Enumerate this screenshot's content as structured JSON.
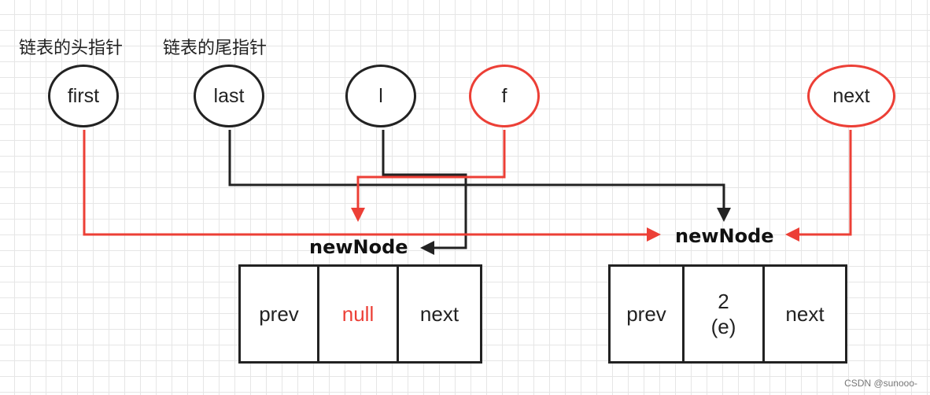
{
  "labels": {
    "head_pointer": "链表的头指针",
    "tail_pointer": "链表的尾指针"
  },
  "pointers": {
    "first": "first",
    "last": "last",
    "l": "l",
    "f": "f",
    "next": "next"
  },
  "node_left": {
    "title": "newNode",
    "prev": "prev",
    "item": "null",
    "next": "next"
  },
  "node_right": {
    "title": "newNode",
    "prev": "prev",
    "item_line1": "2",
    "item_line2": "(e)",
    "next": "next"
  },
  "watermark": "CSDN @sunooo-",
  "colors": {
    "red": "#ec3f36",
    "black": "#222222",
    "grid": "#e6e6e6"
  }
}
